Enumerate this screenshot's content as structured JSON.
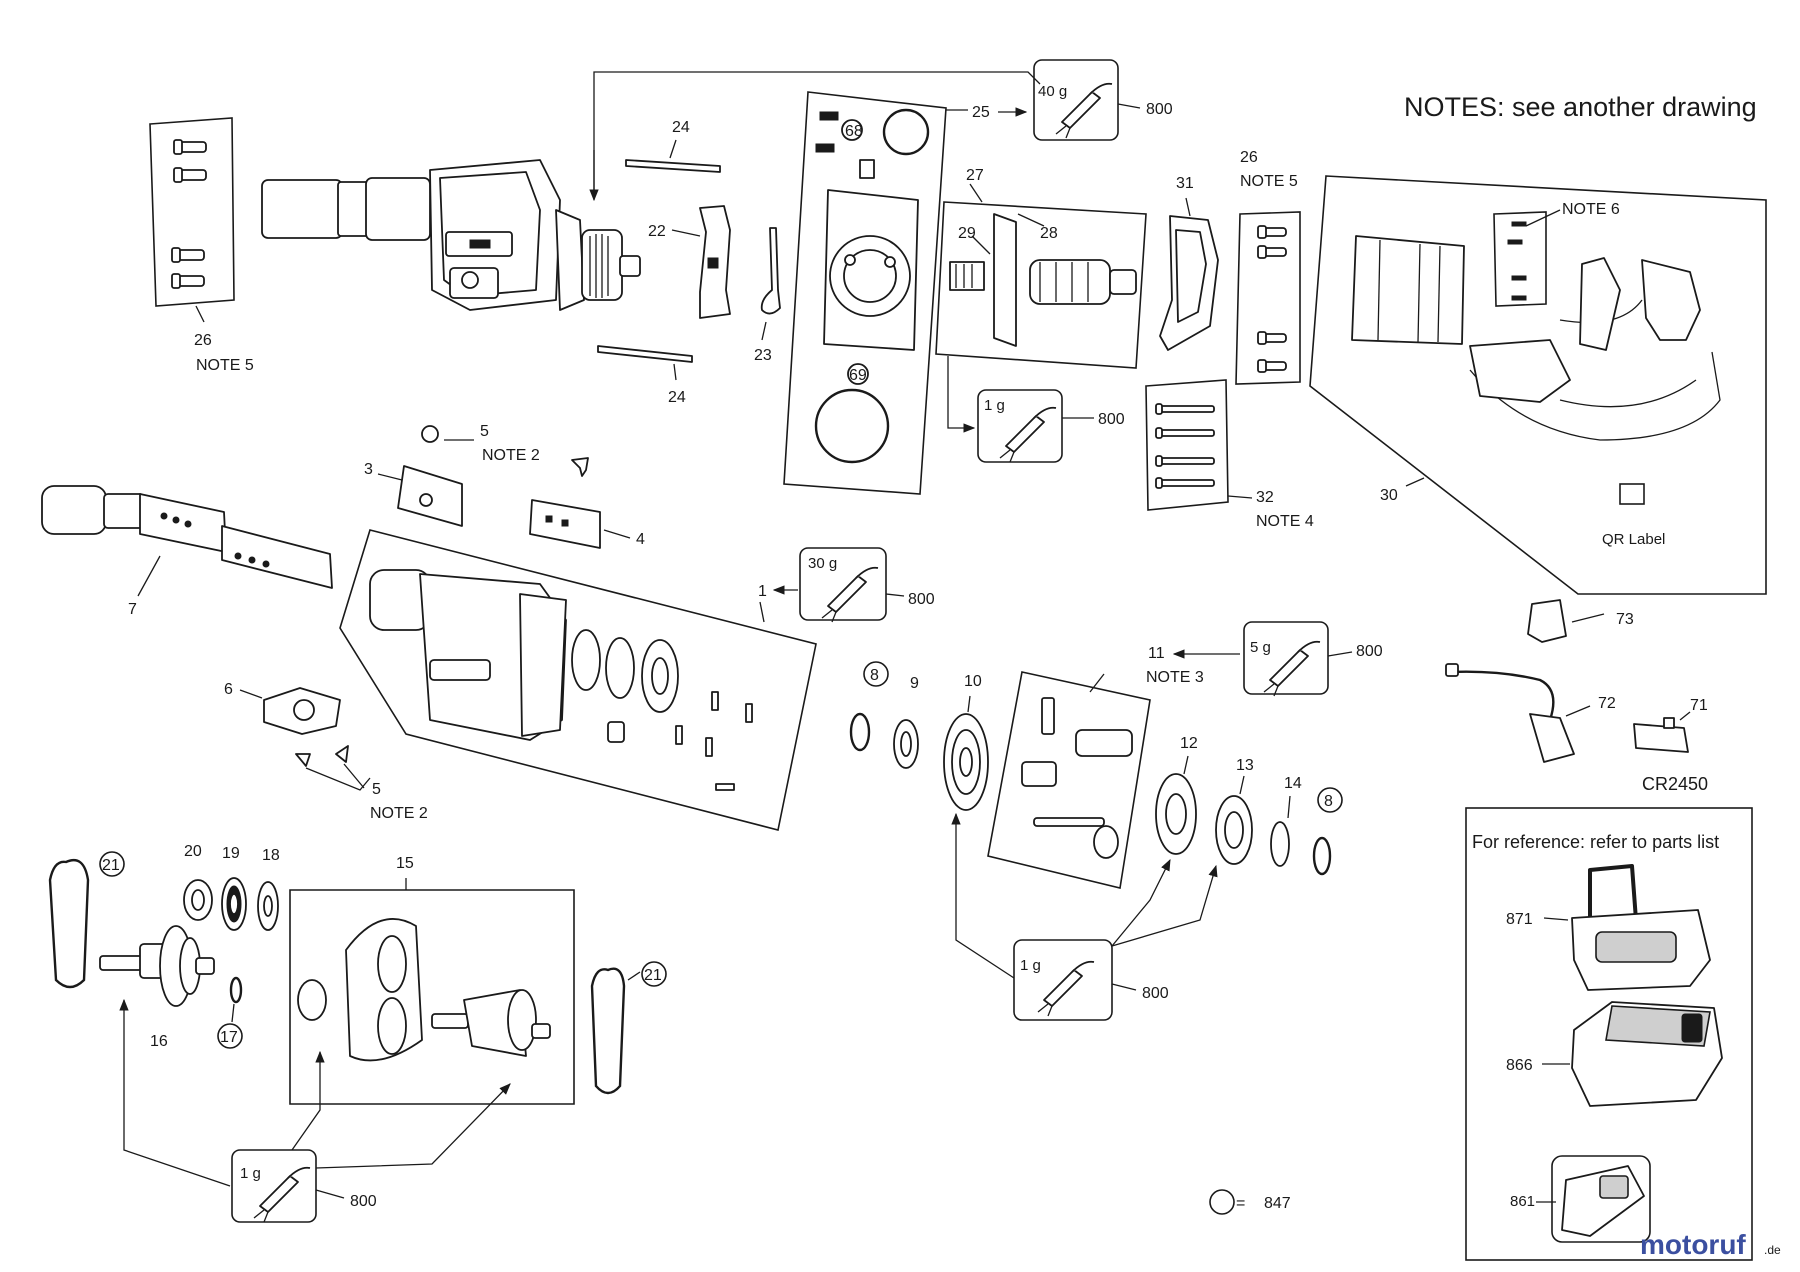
{
  "header": {
    "notes_text": "NOTES: see another drawing"
  },
  "callouts": {
    "c1": "1",
    "c3": "3",
    "c4": "4",
    "c5a": "5",
    "c5b": "5",
    "c6": "6",
    "c7": "7",
    "c8a": "8",
    "c8b": "8",
    "c9": "9",
    "c10": "10",
    "c11": "11",
    "c12": "12",
    "c13": "13",
    "c14": "14",
    "c15": "15",
    "c16": "16",
    "c17": "17",
    "c18": "18",
    "c19": "19",
    "c20": "20",
    "c21a": "21",
    "c21b": "21",
    "c22": "22",
    "c23": "23",
    "c24a": "24",
    "c24b": "24",
    "c25": "25",
    "c26a": "26",
    "c26b": "26",
    "c27": "27",
    "c28": "28",
    "c29": "29",
    "c30": "30",
    "c31": "31",
    "c32": "32",
    "c68": "68",
    "c69": "69",
    "c71": "71",
    "c72": "72",
    "c73": "73",
    "c800a": "800",
    "c800b": "800",
    "c800c": "800",
    "c800d": "800",
    "c800e": "800",
    "c800f": "800",
    "c871": "871",
    "c866": "866",
    "c861": "861",
    "c847": "847"
  },
  "notes": {
    "n2a": "NOTE 2",
    "n2b": "NOTE 2",
    "n3": "NOTE 3",
    "n4": "NOTE 4",
    "n5a": "NOTE 5",
    "n5b": "NOTE 5",
    "n6": "NOTE 6"
  },
  "grease": {
    "g40": "40 g",
    "g30": "30 g",
    "g5": "5 g",
    "g1a": "1 g",
    "g1b": "1 g",
    "g1c": "1 g"
  },
  "misc": {
    "qr_label": "QR Label",
    "battery_cell": "CR2450",
    "equals_sign": "="
  },
  "reference_box": {
    "title": "For reference: refer to parts list"
  },
  "watermark": {
    "brand": "motoruf",
    "suffix": ".de",
    "color": "#3b4fa0"
  },
  "colors": {
    "line": "#1a1a1a",
    "background": "#ffffff",
    "watermark": "#3b4fa0"
  }
}
